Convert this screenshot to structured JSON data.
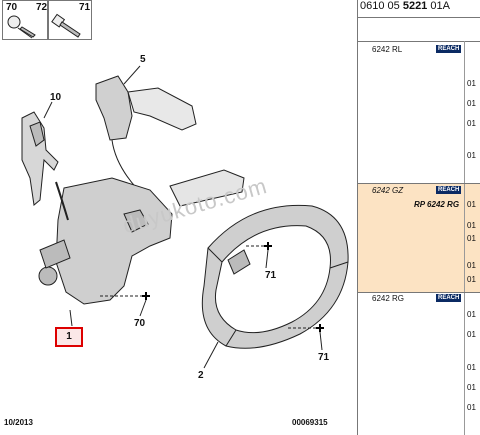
{
  "header": {
    "screws": [
      {
        "numbers": [
          "70",
          "72"
        ]
      },
      {
        "numbers": [
          "71"
        ]
      }
    ]
  },
  "callouts": {
    "c10": "10",
    "c5": "5",
    "c71a": "71",
    "c71b": "71",
    "c70": "70",
    "c1": "1",
    "c2": "2"
  },
  "footer": {
    "date": "10/2013",
    "code": "00069315"
  },
  "watermark": "duyukoto.com",
  "part_number": {
    "prefix": "0610 05 ",
    "bold": "5221",
    "suffix": " 01A"
  },
  "rows": [
    {
      "code": "6242 RL",
      "badge": "REACH",
      "rp": ""
    },
    {
      "code": "6242 GZ",
      "badge": "REACH",
      "rp": "RP 6242 RG"
    },
    {
      "code": "6242 RG",
      "badge": "REACH",
      "rp": ""
    }
  ],
  "col_value": "01",
  "colors": {
    "highlight": "#fce3c3",
    "badge": "#0b2a63",
    "selection": "#d00000"
  }
}
